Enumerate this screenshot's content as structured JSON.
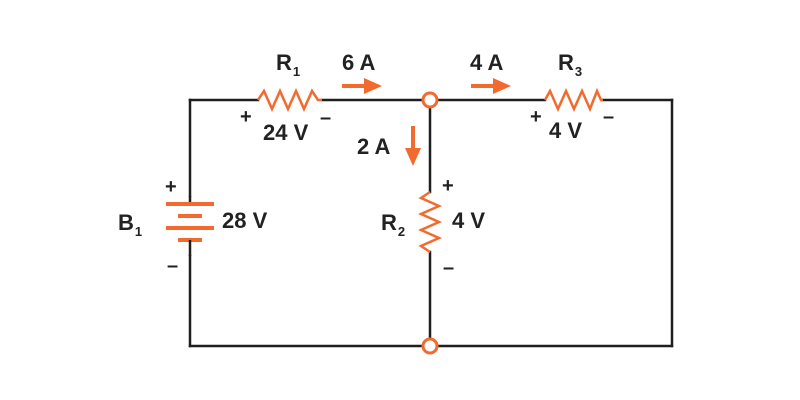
{
  "colors": {
    "wire": "#1f1f1f",
    "accent": "#f26a2e",
    "text": "#222222",
    "background": "#ffffff"
  },
  "battery": {
    "name": "B",
    "subscript": "1",
    "voltage": "28 V",
    "plus": "+",
    "minus": "–"
  },
  "r1": {
    "name": "R",
    "subscript": "1",
    "voltage": "24 V",
    "plus": "+",
    "minus": "–"
  },
  "r2": {
    "name": "R",
    "subscript": "2",
    "voltage": "4 V",
    "plus": "+",
    "minus": "–"
  },
  "r3": {
    "name": "R",
    "subscript": "3",
    "voltage": "4 V",
    "plus": "+",
    "minus": "–"
  },
  "currents": {
    "total": "6 A",
    "right_branch": "4 A",
    "middle_branch": "2 A"
  },
  "icons": {
    "resistor": "zigzag-resistor-icon",
    "battery": "battery-cell-icon",
    "arrow": "current-arrow-icon",
    "node": "junction-node-icon"
  }
}
